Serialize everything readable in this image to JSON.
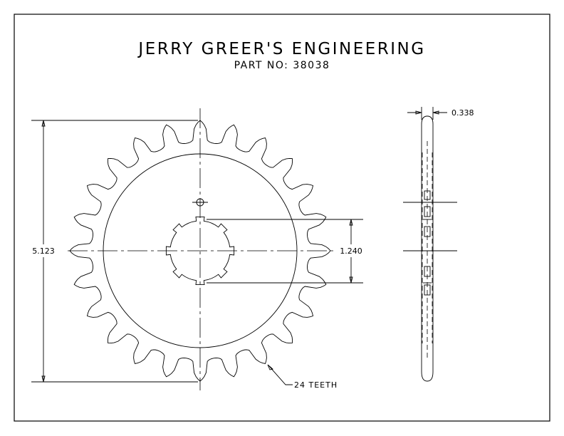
{
  "drawing": {
    "company": "JERRY GREER'S ENGINEERING",
    "part_number": "PART NO: 38038"
  },
  "dimensions": {
    "outer_diameter": "5.123",
    "bore": "1.240",
    "thickness": "0.338"
  },
  "notes": {
    "teeth": "24 TEETH"
  },
  "sprocket": {
    "teeth_count": 24,
    "bore_splines": 8
  }
}
